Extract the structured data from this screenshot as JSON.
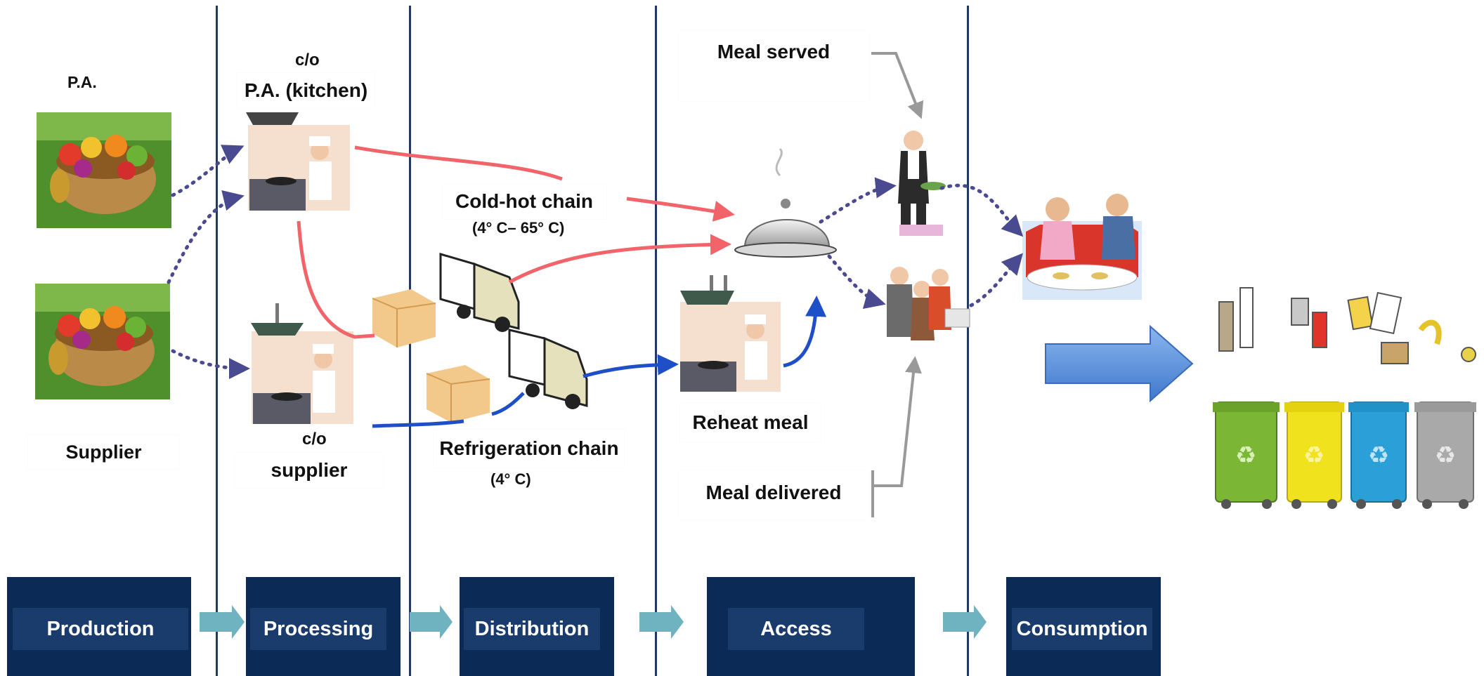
{
  "labels": {
    "pa": "P.A.",
    "supplier": "Supplier",
    "co_top": "c/o",
    "pa_kitchen": "P.A. (kitchen)",
    "co_bottom": "c/o",
    "supplier_proc": "supplier",
    "cold_hot_chain": "Cold-hot chain",
    "cold_hot_temp": "(4° C– 65° C)",
    "refrigeration_chain": "Refrigeration chain",
    "refrigeration_temp": "(4° C)",
    "meal_served": "Meal served",
    "reheat_meal": "Reheat meal",
    "meal_delivered": "Meal delivered"
  },
  "stages": [
    {
      "label": "Production"
    },
    {
      "label": "Processing"
    },
    {
      "label": "Distribution"
    },
    {
      "label": "Access"
    },
    {
      "label": "Consumption"
    }
  ],
  "colors": {
    "stage_box": "#0b2a55",
    "stage_inner": "#1a3c6c",
    "divider": "#1f3a66",
    "flow_arrow": "#6fb3c0",
    "cold_hot_chain": "#f0646a",
    "refrigeration_chain": "#1f4fc6",
    "dotted_flow": "#4a4a90",
    "access_arrow": "#999999",
    "big_arrow": "#5a8fd8",
    "bin_green": "#7cb635",
    "bin_yellow": "#f0e21c",
    "bin_blue": "#2a9fd8",
    "bin_grey": "#a9a9a9"
  },
  "icons": [
    "fruit-basket-icon",
    "chef-kitchen-icon",
    "package-box-icon",
    "delivery-truck-icon",
    "serving-cloche-icon",
    "waiter-icon",
    "people-buying-food-icon",
    "diners-icon",
    "recycle-bin-icon",
    "big-right-arrow-icon"
  ]
}
